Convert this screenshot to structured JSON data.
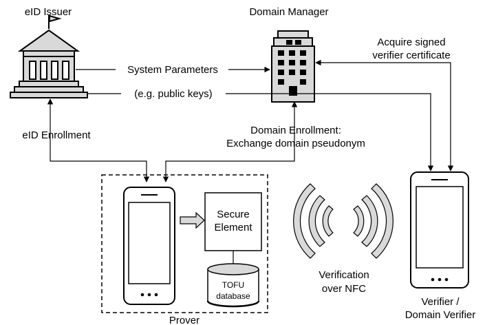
{
  "labels": {
    "eid_issuer": "eID Issuer",
    "domain_manager": "Domain Manager",
    "system_parameters": "System Parameters",
    "public_keys": "(e.g. public keys)",
    "acquire_line1": "Acquire signed",
    "acquire_line2": "verifier certificate",
    "eid_enrollment": "eID Enrollment",
    "domain_enrollment_line1": "Domain Enrollment:",
    "domain_enrollment_line2": "Exchange domain pseudonym",
    "secure_element_line1": "Secure",
    "secure_element_line2": "Element",
    "tofu_line1": "TOFU",
    "tofu_line2": "database",
    "verification_line1": "Verification",
    "verification_line2": "over NFC",
    "verifier_line1": "Verifier /",
    "verifier_line2": "Domain Verifier",
    "prover": "Prover"
  },
  "icons": {
    "issuer": "government-building-icon",
    "manager": "office-building-icon",
    "phone": "smartphone-icon",
    "database": "database-icon",
    "nfc": "nfc-waves-icon"
  },
  "colors": {
    "line": "#000000",
    "building_fill": "#d9d9d9",
    "element_fill": "#ffffff"
  }
}
